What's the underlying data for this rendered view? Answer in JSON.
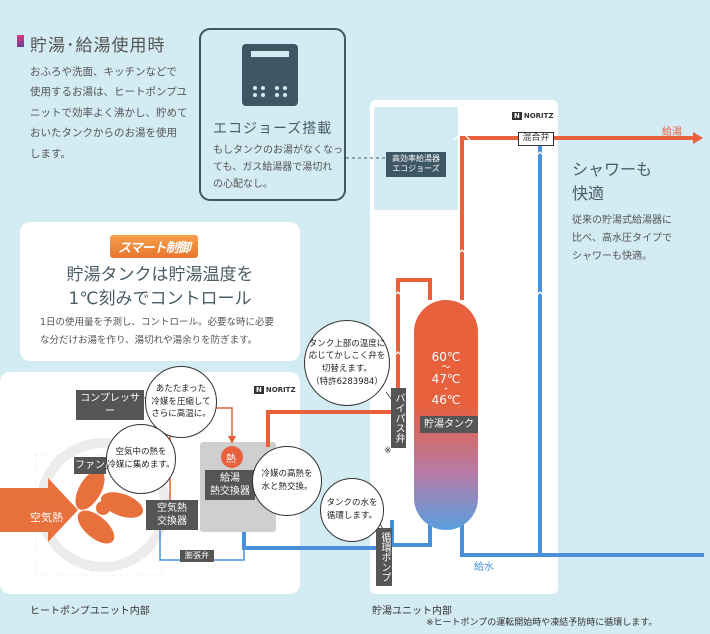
{
  "section_title": "貯湯･給湯使用時",
  "intro_lines": [
    "おふろや洗面、キッチンなどで",
    "使用するお湯は、ヒートポンプユ",
    "ニットで効率よく沸かし、貯めて",
    "おいたタンクからのお湯を使用",
    "します。"
  ],
  "eco": {
    "title": "エコジョーズ搭載",
    "desc_lines": [
      "もしタンクのお湯がなくなっ",
      "ても、ガス給湯器で湯切れ",
      "の心配なし。"
    ],
    "unit_lines": [
      "高効率給湯器",
      "エコジョーズ"
    ]
  },
  "smart": {
    "badge": "スマート制御",
    "title_line1": "貯湯タンクは貯湯温度を",
    "title_line2": "1℃刻みでコントロール",
    "desc_lines": [
      "1日の使用量を予測し、コントロール。必要な時に必要",
      "な分だけお湯を作り、湯切れや湯余りを防ぎます。"
    ]
  },
  "shower": {
    "title_line1": "シャワーも",
    "title_line2": "快適",
    "desc_lines": [
      "従来の貯湯式給湯器に",
      "比べ、高水圧タイプで",
      "シャワーも快適。"
    ]
  },
  "brand": "NORITZ",
  "labels": {
    "kyuto": "給湯",
    "kyusui": "給水",
    "mixing_valve": "混合弁",
    "bypass_valve": "バイパス弁",
    "tank": "貯湯タンク",
    "circ_pump": "循環ポンプ",
    "compressor": "コンプレッサー",
    "fan": "ファン",
    "air_heat": "空気熱",
    "air_hx_line1": "空気熱",
    "air_hx_line2": "交換器",
    "water_hx_line1": "給湯",
    "water_hx_line2": "熱交換器",
    "heat": "熱",
    "expansion_valve": "膨張弁",
    "asterisk": "※"
  },
  "temps": {
    "top": "60℃",
    "tilde": "〜",
    "mid": "47℃",
    "dot": "・",
    "bottom": "46℃"
  },
  "bubbles": {
    "compressor": [
      "あたたまった",
      "冷媒を圧縮して",
      "さらに高温に。"
    ],
    "fan": [
      "空気中の熱を",
      "冷媒に集めます。"
    ],
    "water_hx": [
      "冷媒の高熱を",
      "水と熱交換。"
    ],
    "valve": [
      "タンク上部の温度に",
      "応じてかしこく弁を",
      "切替えます。",
      "（特許6283984）"
    ],
    "pump": [
      "タンクの水を",
      "循環します。"
    ]
  },
  "bottom": {
    "hp_unit": "ヒートポンプユニット内部",
    "storage_unit": "貯湯ユニット内部",
    "note": "※ヒートポンプの運転開始時や凍結予防時に循環します。"
  },
  "colors": {
    "hot": "#e8603c",
    "cold": "#4a90d9",
    "bg": "#d3ebf2",
    "dark": "#555555"
  }
}
